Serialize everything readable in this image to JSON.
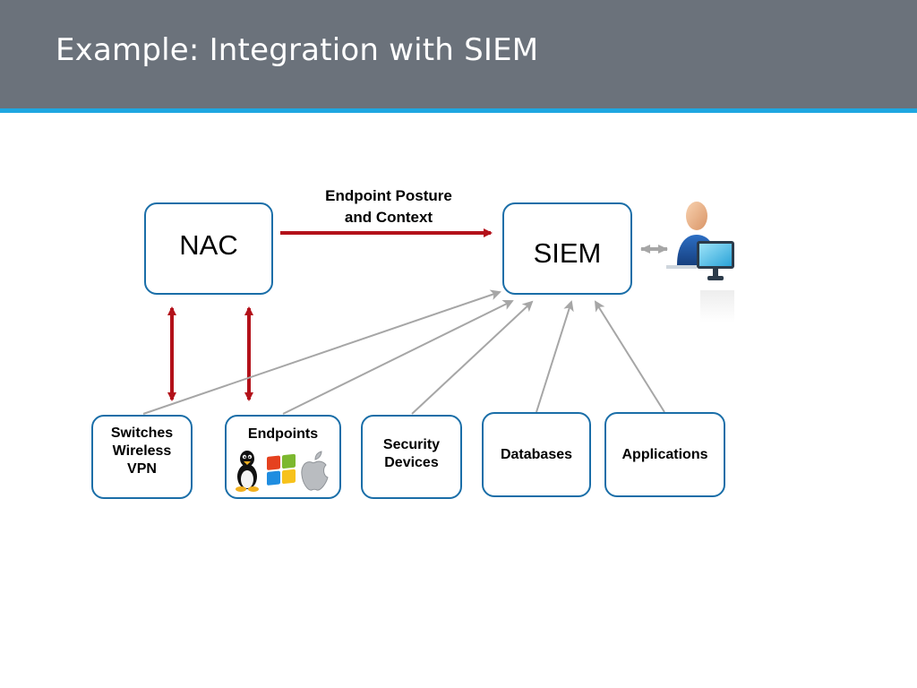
{
  "slide": {
    "title": "Example:  Integration with SIEM"
  },
  "colors": {
    "header_bg": "#6b727b",
    "header_rule": "#1ea7e1",
    "box_border": "#1a6ea8",
    "arrow_red": "#b3111a",
    "arrow_gray": "#a6a6a6"
  },
  "diagram": {
    "nac": {
      "label": "NAC"
    },
    "siem": {
      "label": "SIEM"
    },
    "flow_label": "Endpoint Posture\nand Context",
    "sources": [
      {
        "id": "switches",
        "label": "Switches\nWireless\nVPN"
      },
      {
        "id": "endpoints",
        "label": "Endpoints",
        "icons": [
          "linux-tux-icon",
          "windows-logo-icon",
          "apple-logo-icon"
        ]
      },
      {
        "id": "security",
        "label": "Security\n Devices"
      },
      {
        "id": "databases",
        "label": "Databases"
      },
      {
        "id": "applications",
        "label": "Applications"
      }
    ],
    "analyst_icon": "analyst-at-computer-icon"
  }
}
